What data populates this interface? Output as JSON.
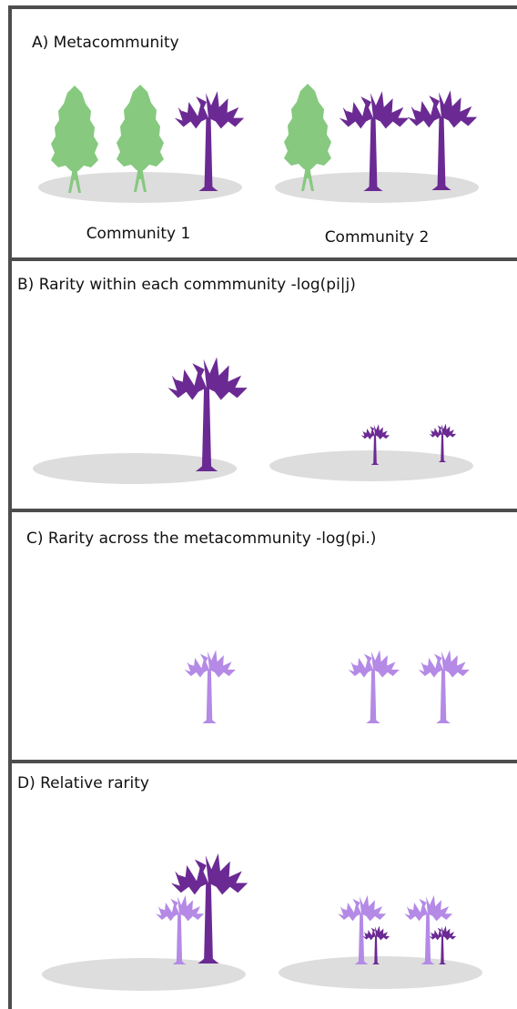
{
  "panels": [
    {
      "key": "a",
      "label": "A) Metacommunity"
    },
    {
      "key": "b",
      "label": "B) Rarity within each commmunity -log(pi|j)"
    },
    {
      "key": "c",
      "label": "C) Rarity across the  metacommunity -log(pi.)"
    },
    {
      "key": "d",
      "label": "D) Relative rarity"
    }
  ],
  "communities": [
    "Community 1",
    "Community 2"
  ],
  "colors": {
    "tree_green": "#86c97f",
    "palm_dark": "#6b2a93",
    "palm_light": "#b48ae6",
    "ground": "#dddddd",
    "border": "#4d4d4d"
  },
  "icons": {
    "broadleaf": "broadleaf-tree-icon",
    "palm": "palm-tree-icon"
  }
}
